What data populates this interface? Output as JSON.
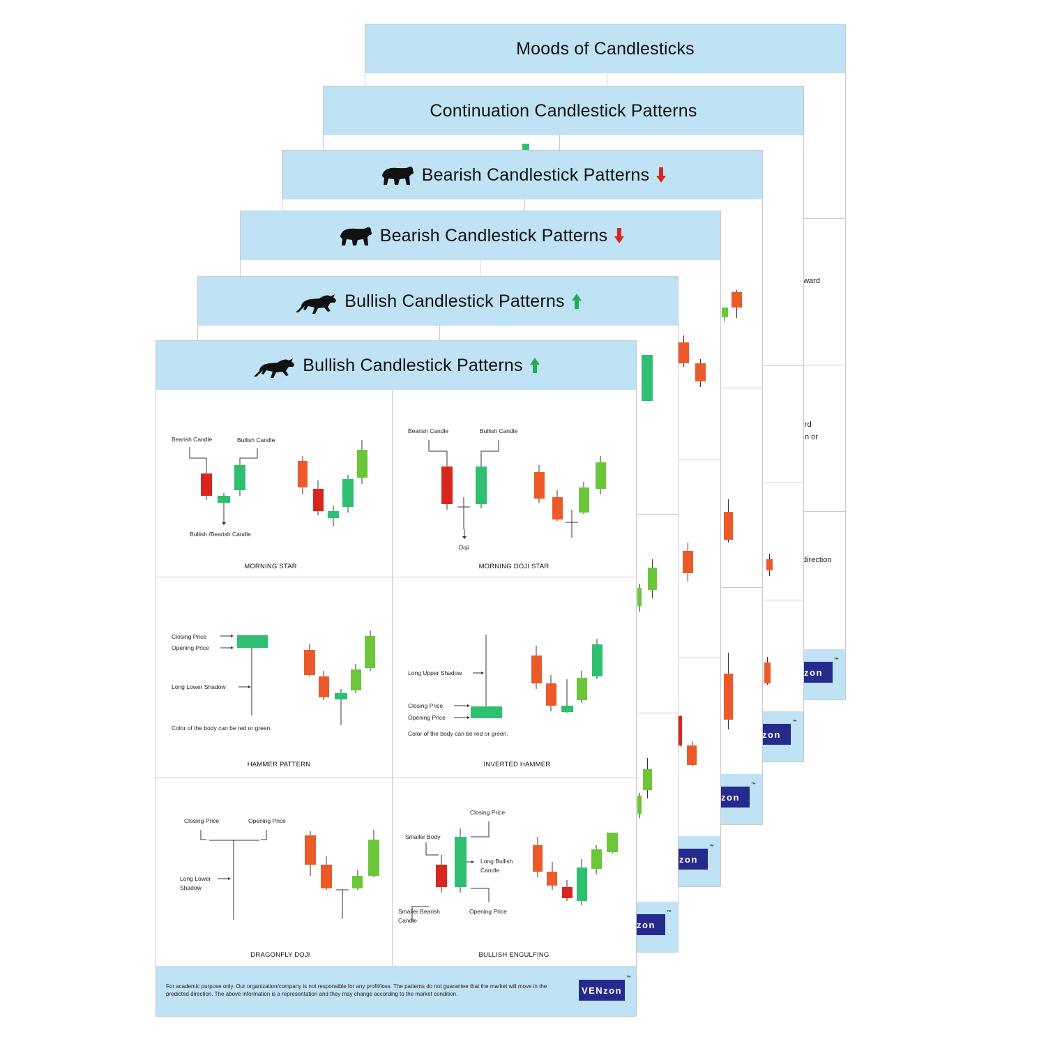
{
  "posters": [
    {
      "title": "Moods of Candlesticks",
      "icon": "",
      "arrow": ""
    },
    {
      "title": "Continuation Candlestick Patterns",
      "icon": "",
      "arrow": ""
    },
    {
      "title": "Bearish Candlestick Patterns",
      "icon": "bear-icon",
      "arrow": "down"
    },
    {
      "title": "Bearish Candlestick Patterns",
      "icon": "bear-icon",
      "arrow": "down"
    },
    {
      "title": "Bullish Candlestick Patterns",
      "icon": "bull-icon",
      "arrow": "up"
    },
    {
      "title": "Bullish Candlestick Patterns",
      "icon": "bull-icon",
      "arrow": "up"
    }
  ],
  "fragments": [
    "nward",
    "rd",
    "n or",
    "direction"
  ],
  "logo_partial": "Nzon",
  "front": {
    "cells": [
      {
        "name": "MORNING STAR",
        "labels": [
          "Bearish Candle",
          "Bullish Candle",
          "Bullish /Bearish Candle"
        ]
      },
      {
        "name": "MORNING DOJI STAR",
        "labels": [
          "Bearish Candle",
          "Bullish Candle",
          "Doji"
        ]
      },
      {
        "name": "HAMMER PATTERN",
        "labels": [
          "Closing Price",
          "Opening Price",
          "Long Lower Shadow",
          "Color of the body can be red or green."
        ]
      },
      {
        "name": "INVERTED HAMMER",
        "labels": [
          "Long Upper Shadow",
          "Closing Price",
          "Opening Price",
          "Color of the body can be red or green."
        ]
      },
      {
        "name": "DRAGONFLY DOJI",
        "labels": [
          "Closing Price",
          "Opening Price",
          "Long Lower",
          "Shadow"
        ]
      },
      {
        "name": "BULLISH ENGULFING",
        "labels": [
          "Closing Price",
          "Smaller Body",
          "Long Bullish",
          "Candle",
          "Smaller Bearish",
          "Candle",
          "Opening Price"
        ]
      }
    ],
    "disclaimer": "For academic purpose only. Our organization/company is not responsible for any profit/loss. The patterns do not guarantee that the market will move in the predicted direction. The above information is a representation and they may change according to the market condition.",
    "logo": "VENzon",
    "tm": "™"
  },
  "colors": {
    "header": "#bfe2f5",
    "bull": "#2fbf71",
    "bull_light": "#6cc63a",
    "bear": "#d8261f",
    "bear_orange": "#ec5a2a",
    "arrow_up": "#1fae4f",
    "arrow_down": "#d9261c",
    "logo": "#262a8c"
  }
}
